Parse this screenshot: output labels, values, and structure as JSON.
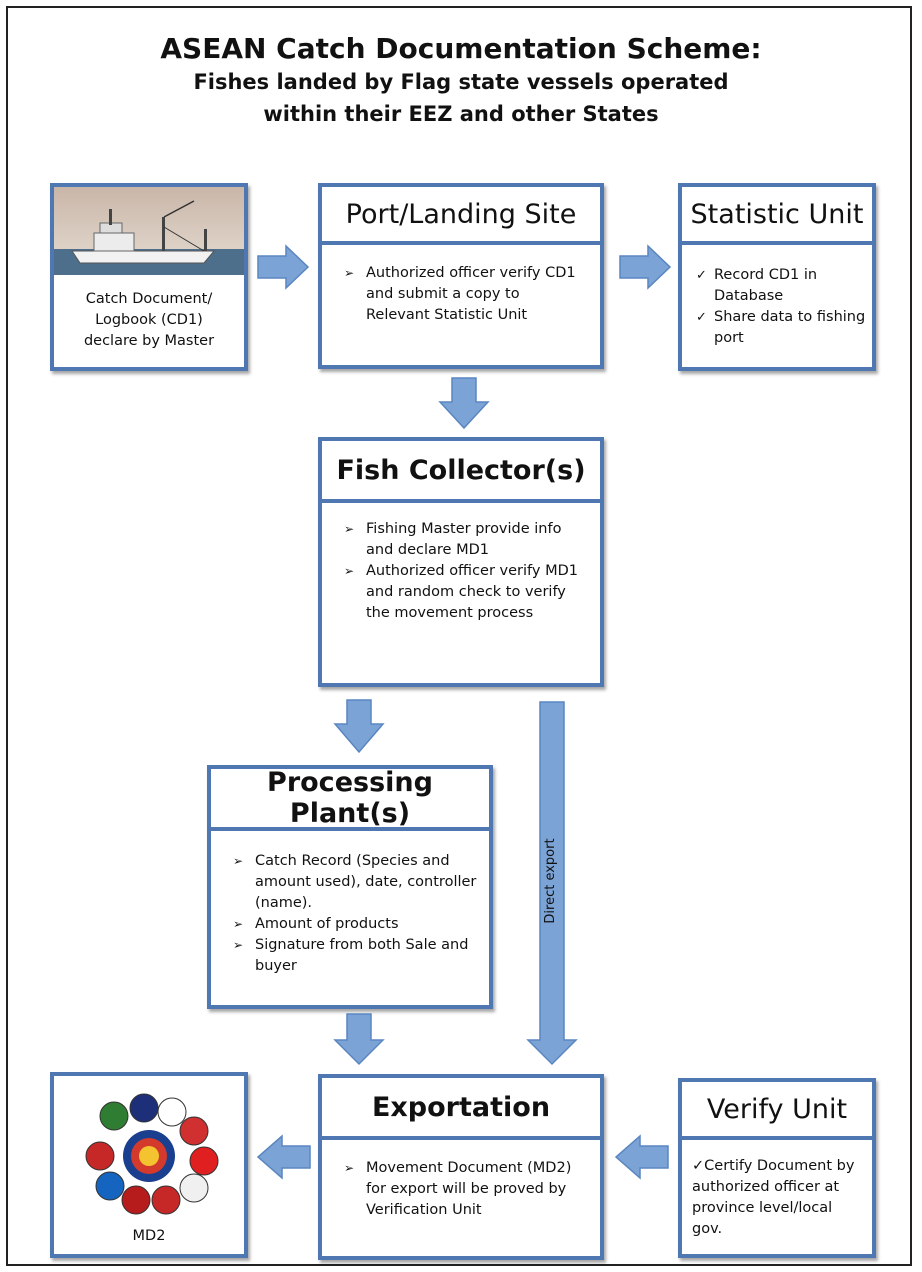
{
  "title": {
    "line1": "ASEAN Catch Documentation Scheme:",
    "line2": "Fishes landed by Flag state vessels operated",
    "line3": "within their EEZ and other States"
  },
  "vessel": {
    "caption_lines": [
      "Catch Document/",
      "Logbook (CD1)",
      "declare by Master"
    ]
  },
  "port": {
    "title": "Port/Landing Site",
    "items": [
      "Authorized officer verify CD1 and submit a copy to Relevant Statistic Unit"
    ]
  },
  "statistic": {
    "title": "Statistic Unit",
    "items": [
      "Record CD1 in Database",
      "Share data to fishing port"
    ]
  },
  "collector": {
    "title": "Fish Collector(s)",
    "items": [
      "Fishing Master provide info and declare MD1",
      "Authorized officer verify MD1 and random check to verify the movement process"
    ]
  },
  "processing": {
    "title": "Processing Plant(s)",
    "items": [
      "Catch Record (Species and amount used), date, controller (name).",
      "Amount of products",
      "Signature from both Sale and buyer"
    ]
  },
  "direct_export": {
    "label": "Direct export"
  },
  "exportation": {
    "title": "Exportation",
    "items": [
      "Movement Document (MD2) for export will be proved by Verification Unit"
    ]
  },
  "verify": {
    "title": "Verify Unit",
    "text": "✓Certify Document by authorized officer at province level/local gov."
  },
  "md2": {
    "caption": "MD2"
  },
  "colors": {
    "box_border": "#4f78b3",
    "arrow_fill": "#7ba3d6",
    "arrow_stroke": "#5a86c0"
  }
}
